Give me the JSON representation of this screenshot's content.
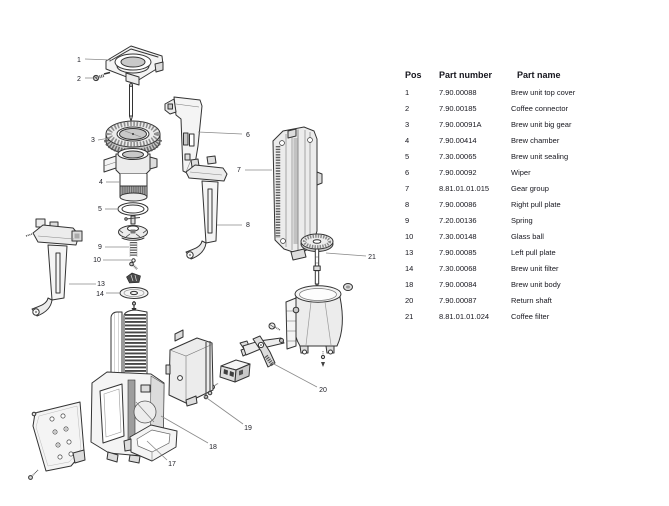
{
  "table": {
    "headers": {
      "pos": "Pos",
      "number": "Part number",
      "name": "Part name"
    },
    "rows": [
      {
        "pos": "1",
        "number": "7.90.00088",
        "name": "Brew unit top cover"
      },
      {
        "pos": "2",
        "number": "7.90.00185",
        "name": "Coffee connector"
      },
      {
        "pos": "3",
        "number": "7.90.00091A",
        "name": "Brew unit big gear"
      },
      {
        "pos": "4",
        "number": "7.90.00414",
        "name": "Brew chamber"
      },
      {
        "pos": "5",
        "number": "7.30.00065",
        "name": "Brew unit sealing"
      },
      {
        "pos": "6",
        "number": "7.90.00092",
        "name": "Wiper"
      },
      {
        "pos": "7",
        "number": "8.81.01.01.015",
        "name": "Gear group"
      },
      {
        "pos": "8",
        "number": "7.90.00086",
        "name": "Right pull plate"
      },
      {
        "pos": "9",
        "number": "7.20.00136",
        "name": "Spring"
      },
      {
        "pos": "10",
        "number": "7.30.00148",
        "name": "Glass ball"
      },
      {
        "pos": "13",
        "number": "7.90.00085",
        "name": "Left pull plate"
      },
      {
        "pos": "14",
        "number": "7.30.00068",
        "name": "Brew unit filter"
      },
      {
        "pos": "18",
        "number": "7.90.00084",
        "name": "Brew unit body"
      },
      {
        "pos": "20",
        "number": "7.90.00087",
        "name": "Return shaft"
      },
      {
        "pos": "21",
        "number": "8.81.01.01.024",
        "name": "Coffee filter"
      }
    ]
  },
  "diagram": {
    "description": "Exploded view of brew unit assembly",
    "callouts": [
      "1",
      "2",
      "3",
      "4",
      "5",
      "6",
      "7",
      "8",
      "9",
      "10",
      "13",
      "14",
      "17",
      "18",
      "19",
      "20",
      "21"
    ]
  },
  "colors": {
    "text": "#16161e",
    "line_art": "#333333",
    "leader_line": "#8a8a8a",
    "background": "#ffffff"
  }
}
